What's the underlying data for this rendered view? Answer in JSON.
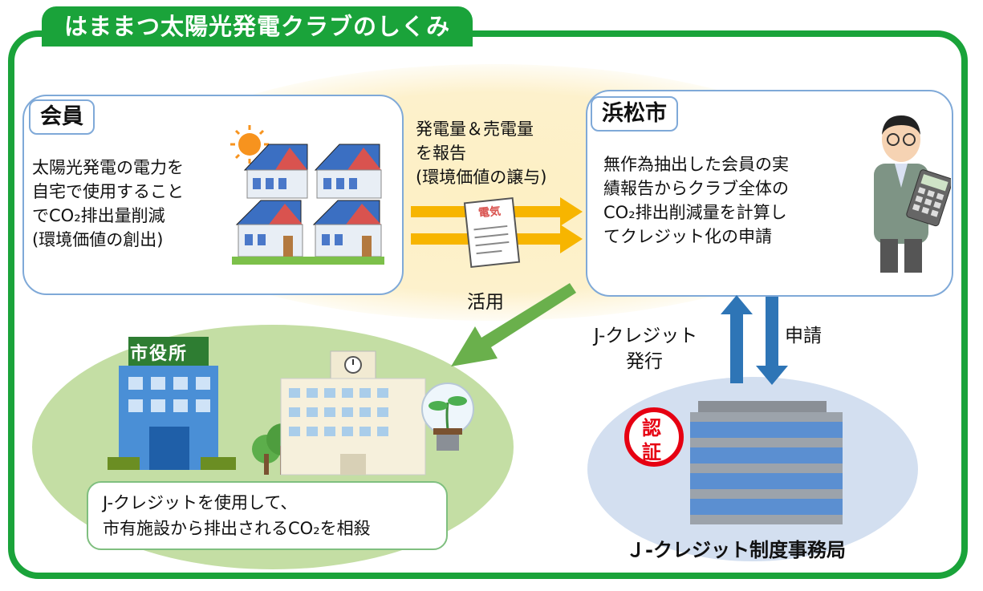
{
  "title": "はままつ太陽光発電クラブのしくみ",
  "member": {
    "label": "会員",
    "lines": [
      "太陽光発電の電力を",
      "自宅で使用すること",
      "でCO₂排出量削減",
      "(環境価値の創出)"
    ]
  },
  "report": {
    "lines": [
      "発電量＆売電量",
      "を報告",
      "(環境価値の譲与)"
    ],
    "doc_label": "電気"
  },
  "city": {
    "label": "浜松市",
    "lines": [
      "無作為抽出した会員の実",
      "績報告からクラブ全体の",
      "CO₂排出削減量を計算し",
      "てクレジット化の申請"
    ]
  },
  "usage_label": "活用",
  "issue_label": [
    "J-クレジット",
    "発行"
  ],
  "apply_label": "申請",
  "city_hall_sign": "市役所",
  "stamp_text": [
    "認",
    "証"
  ],
  "bottom": {
    "lines": [
      "J-クレジットを使用して、",
      "市有施設から排出されるCO₂を相殺"
    ]
  },
  "office_label": "Ｊ-クレジット制度事務局",
  "colors": {
    "frame_green": "#1aa33a",
    "arrow_orange": "#f7b500",
    "arrow_green": "#6ab04c",
    "arrow_blue": "#2e75b6",
    "box_border": "#7fa9d8",
    "stamp_red": "#e60012"
  }
}
